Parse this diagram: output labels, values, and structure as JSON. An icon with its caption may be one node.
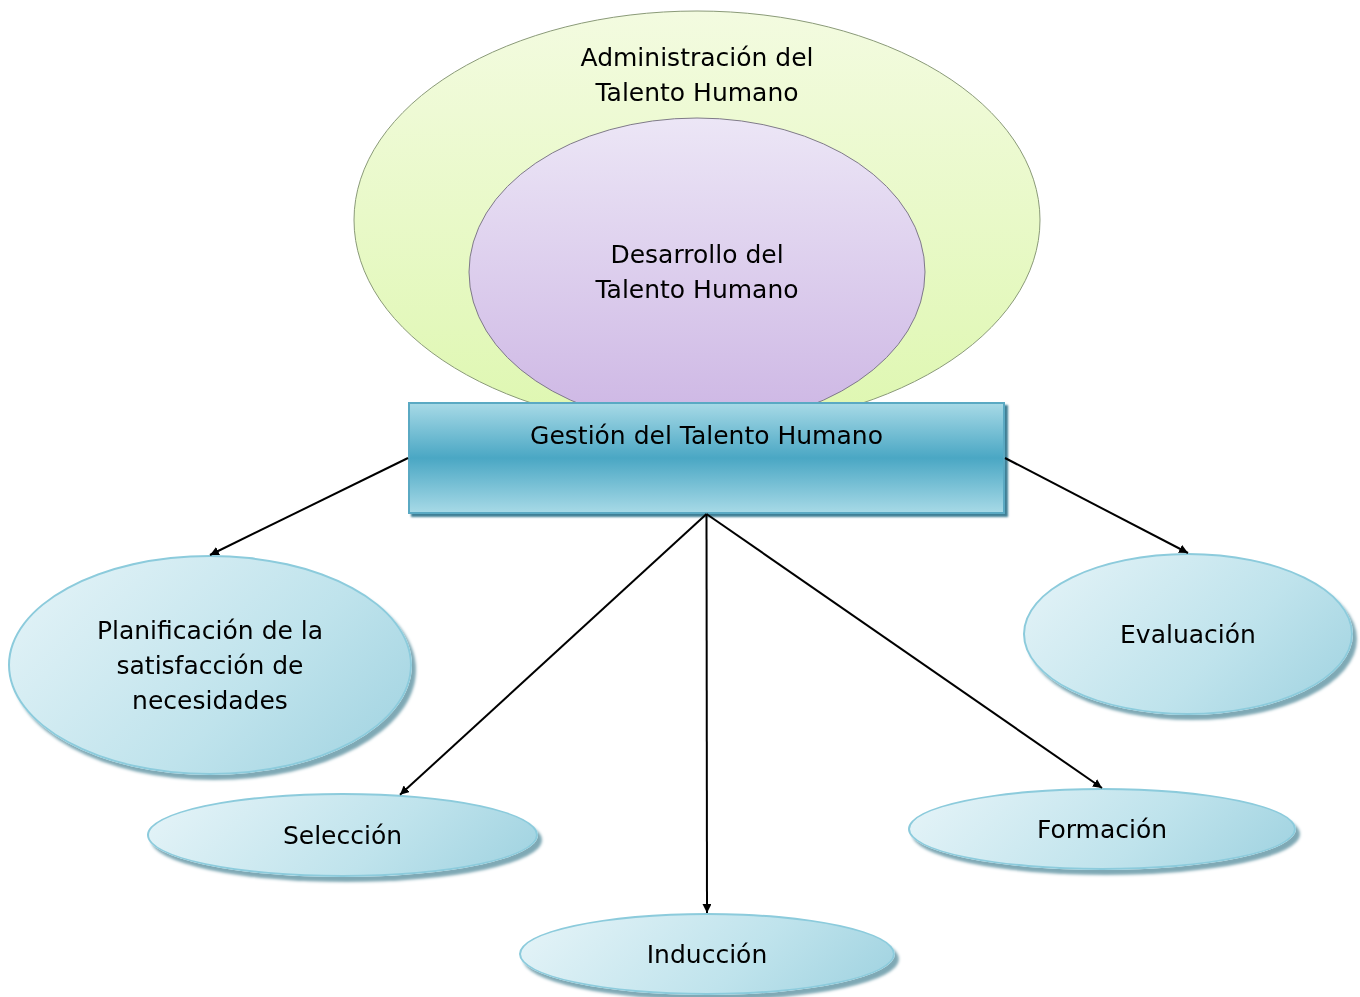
{
  "diagram": {
    "nodes": [
      {
        "text": [
          "Administración del Talento Humano"
        ]
      },
      {
        "text": [
          "Desarrollo del Talento Humano"
        ],
        "in": 0
      },
      {
        "text": [
          "Gestión del Talento Humano"
        ]
      },
      {
        "text": [
          "Planificación de la satisfacción de necesidades"
        ]
      },
      {
        "text": [
          "Evaluación"
        ]
      },
      {
        "text": [
          "Selección"
        ]
      },
      {
        "text": [
          "Formación"
        ]
      },
      {
        "text": [
          "Inducción"
        ]
      }
    ],
    "edges": [
      {
        "from": 2,
        "to": 3,
        "arrow": "to"
      },
      {
        "from": 2,
        "to": 5,
        "arrow": "to"
      },
      {
        "from": 2,
        "to": 7,
        "arrow": "to"
      },
      {
        "from": 2,
        "to": 6,
        "arrow": "to"
      },
      {
        "from": 2,
        "to": 4,
        "arrow": "to"
      }
    ]
  }
}
